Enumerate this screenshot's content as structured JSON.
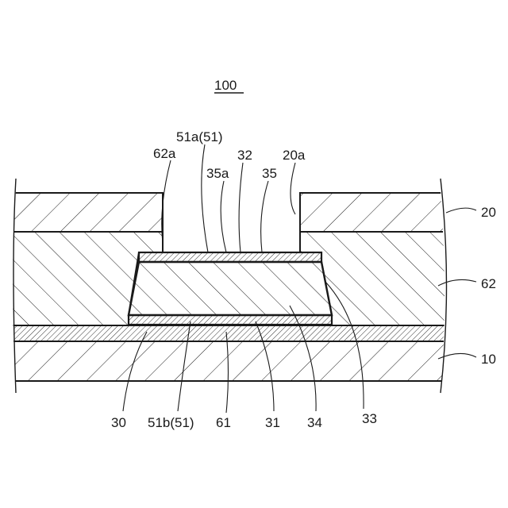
{
  "figure": {
    "ref_number": "100",
    "labels": {
      "l51a": "51a(51)",
      "l62a": "62a",
      "l32": "32",
      "l20a": "20a",
      "l35a": "35a",
      "l35": "35",
      "l20": "20",
      "l62": "62",
      "l10": "10",
      "l30": "30",
      "l51b": "51b(51)",
      "l61": "61",
      "l31": "31",
      "l34": "34",
      "l33": "33"
    }
  }
}
